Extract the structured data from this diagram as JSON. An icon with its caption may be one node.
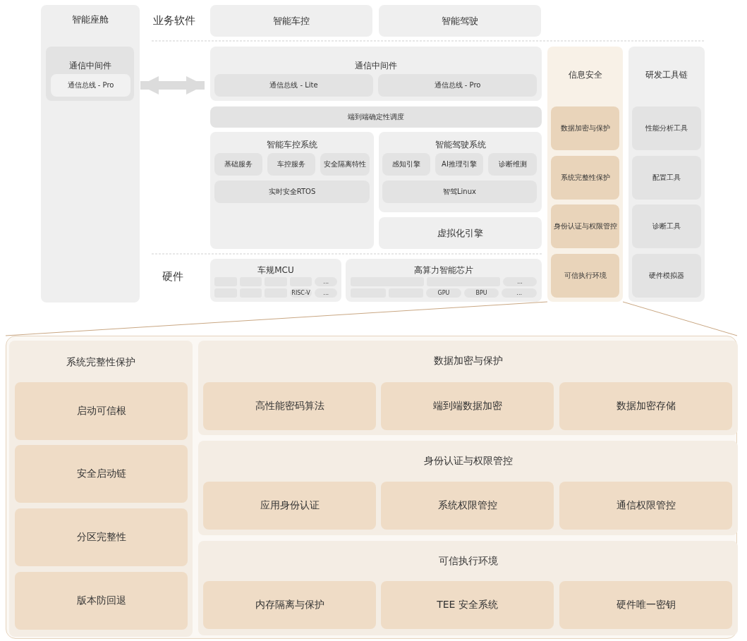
{
  "diagram": {
    "nodes": [
      {
        "text": [
          "智能座舱"
        ]
      },
      {
        "text": [
          "通信中间件"
        ],
        "in": 0
      },
      {
        "text": [
          "通信总线 - Pro"
        ],
        "in": 1
      },
      {
        "text": [
          "智能车控"
        ]
      },
      {
        "text": [
          "智能驾驶"
        ]
      },
      {
        "text": [
          "通信中间件"
        ]
      },
      {
        "text": [
          "通信总线 - Lite"
        ],
        "in": 5
      },
      {
        "text": [
          "通信总线 - Pro"
        ],
        "in": 5
      },
      {
        "text": [
          "智能车控系统"
        ]
      },
      {
        "text": [
          "智能驾驶系统"
        ]
      },
      {
        "text": [
          "端到端确定性调度"
        ]
      },
      {
        "text": [
          "基础服务"
        ],
        "in": 8
      },
      {
        "text": [
          "车控服务"
        ],
        "in": 8
      },
      {
        "text": [
          "安全隔离特性"
        ],
        "in": 8
      },
      {
        "text": [
          "感知引擎"
        ],
        "in": 9
      },
      {
        "text": [
          "AI推理引擎"
        ],
        "in": 9
      },
      {
        "text": [
          "诊断维测"
        ],
        "in": 9
      },
      {
        "text": [
          "实时安全RTOS"
        ],
        "in": 8
      },
      {
        "text": [
          "智驾Linux"
        ],
        "in": 9
      },
      {
        "text": [
          "虚拟化引擎"
        ]
      },
      {
        "text": [
          "车规MCU"
        ]
      },
      {
        "text": [],
        "shape": "box",
        "in": 20
      },
      {
        "text": [],
        "shape": "box",
        "in": 20
      },
      {
        "text": [],
        "shape": "box",
        "in": 20
      },
      {
        "text": [],
        "shape": "box",
        "in": 20
      },
      {
        "text": [
          "..."
        ],
        "in": 20
      },
      {
        "text": [],
        "shape": "box",
        "in": 20
      },
      {
        "text": [],
        "shape": "box",
        "in": 20
      },
      {
        "text": [],
        "shape": "box",
        "in": 20
      },
      {
        "text": [
          "RISC-V"
        ],
        "in": 20
      },
      {
        "text": [
          "..."
        ],
        "in": 20
      },
      {
        "text": [
          "高算力智能芯片"
        ]
      },
      {
        "text": [],
        "shape": "box",
        "in": 31
      },
      {
        "text": [],
        "shape": "box",
        "in": 31
      },
      {
        "text": [
          "..."
        ],
        "in": 31
      },
      {
        "text": [],
        "shape": "box",
        "in": 31
      },
      {
        "text": [],
        "shape": "box",
        "in": 31
      },
      {
        "text": [
          "GPU"
        ],
        "in": 31
      },
      {
        "text": [
          "BPU"
        ],
        "in": 31
      },
      {
        "text": [
          "..."
        ],
        "in": 31
      },
      {
        "text": [
          "信息安全"
        ]
      },
      {
        "text": [
          "数据加密与保护"
        ],
        "in": 40
      },
      {
        "text": [
          "系统完整性保护"
        ],
        "in": 40
      },
      {
        "text": [
          "身份认证与权限管控"
        ],
        "in": 40
      },
      {
        "text": [
          "可信执行环境"
        ],
        "in": 40
      },
      {
        "text": [
          "研发工具链"
        ]
      },
      {
        "text": [
          "性能分析工具"
        ],
        "in": 45
      },
      {
        "text": [
          "配置工具"
        ],
        "in": 45
      },
      {
        "text": [
          "诊断工具"
        ],
        "in": 45
      },
      {
        "text": [
          "硬件模拟器"
        ],
        "in": 45
      },
      {
        "text": [],
        "shape": "box"
      },
      {
        "text": [
          "系统完整性保护"
        ],
        "in": 50
      },
      {
        "text": [
          "启动可信根"
        ],
        "in": 51
      },
      {
        "text": [
          "安全启动链"
        ],
        "in": 51
      },
      {
        "text": [
          "分区完整性"
        ],
        "in": 51
      },
      {
        "text": [
          "版本防回退"
        ],
        "in": 51
      },
      {
        "text": [
          "数据加密与保护"
        ],
        "in": 50
      },
      {
        "text": [
          "高性能密码算法"
        ],
        "in": 56
      },
      {
        "text": [
          "端到端数据加密"
        ],
        "in": 56
      },
      {
        "text": [
          "数据加密存储"
        ],
        "in": 56
      },
      {
        "text": [
          "身份认证与权限管控"
        ],
        "in": 50
      },
      {
        "text": [
          "应用身份认证"
        ],
        "in": 60
      },
      {
        "text": [
          "系统权限管控"
        ],
        "in": 60
      },
      {
        "text": [
          "通信权限管控"
        ],
        "in": 60
      },
      {
        "text": [
          "可信执行环境"
        ],
        "in": 50
      },
      {
        "text": [
          "内存隔离与保护"
        ],
        "in": 64
      },
      {
        "text": [
          "TEE 安全系统"
        ],
        "in": 64
      },
      {
        "text": [
          "硬件唯一密钥"
        ],
        "in": 64
      }
    ],
    "edges": [
      {
        "from": 2,
        "to": 6,
        "arrow": "both",
        "style": "thick"
      },
      {
        "from": 40,
        "to": 50,
        "arrow": "none",
        "color": "#c9a783"
      },
      {
        "from": 40,
        "to": 50,
        "arrow": "none",
        "color": "#c9a783"
      }
    ],
    "labels": [
      "业务软件",
      "硬件"
    ]
  }
}
